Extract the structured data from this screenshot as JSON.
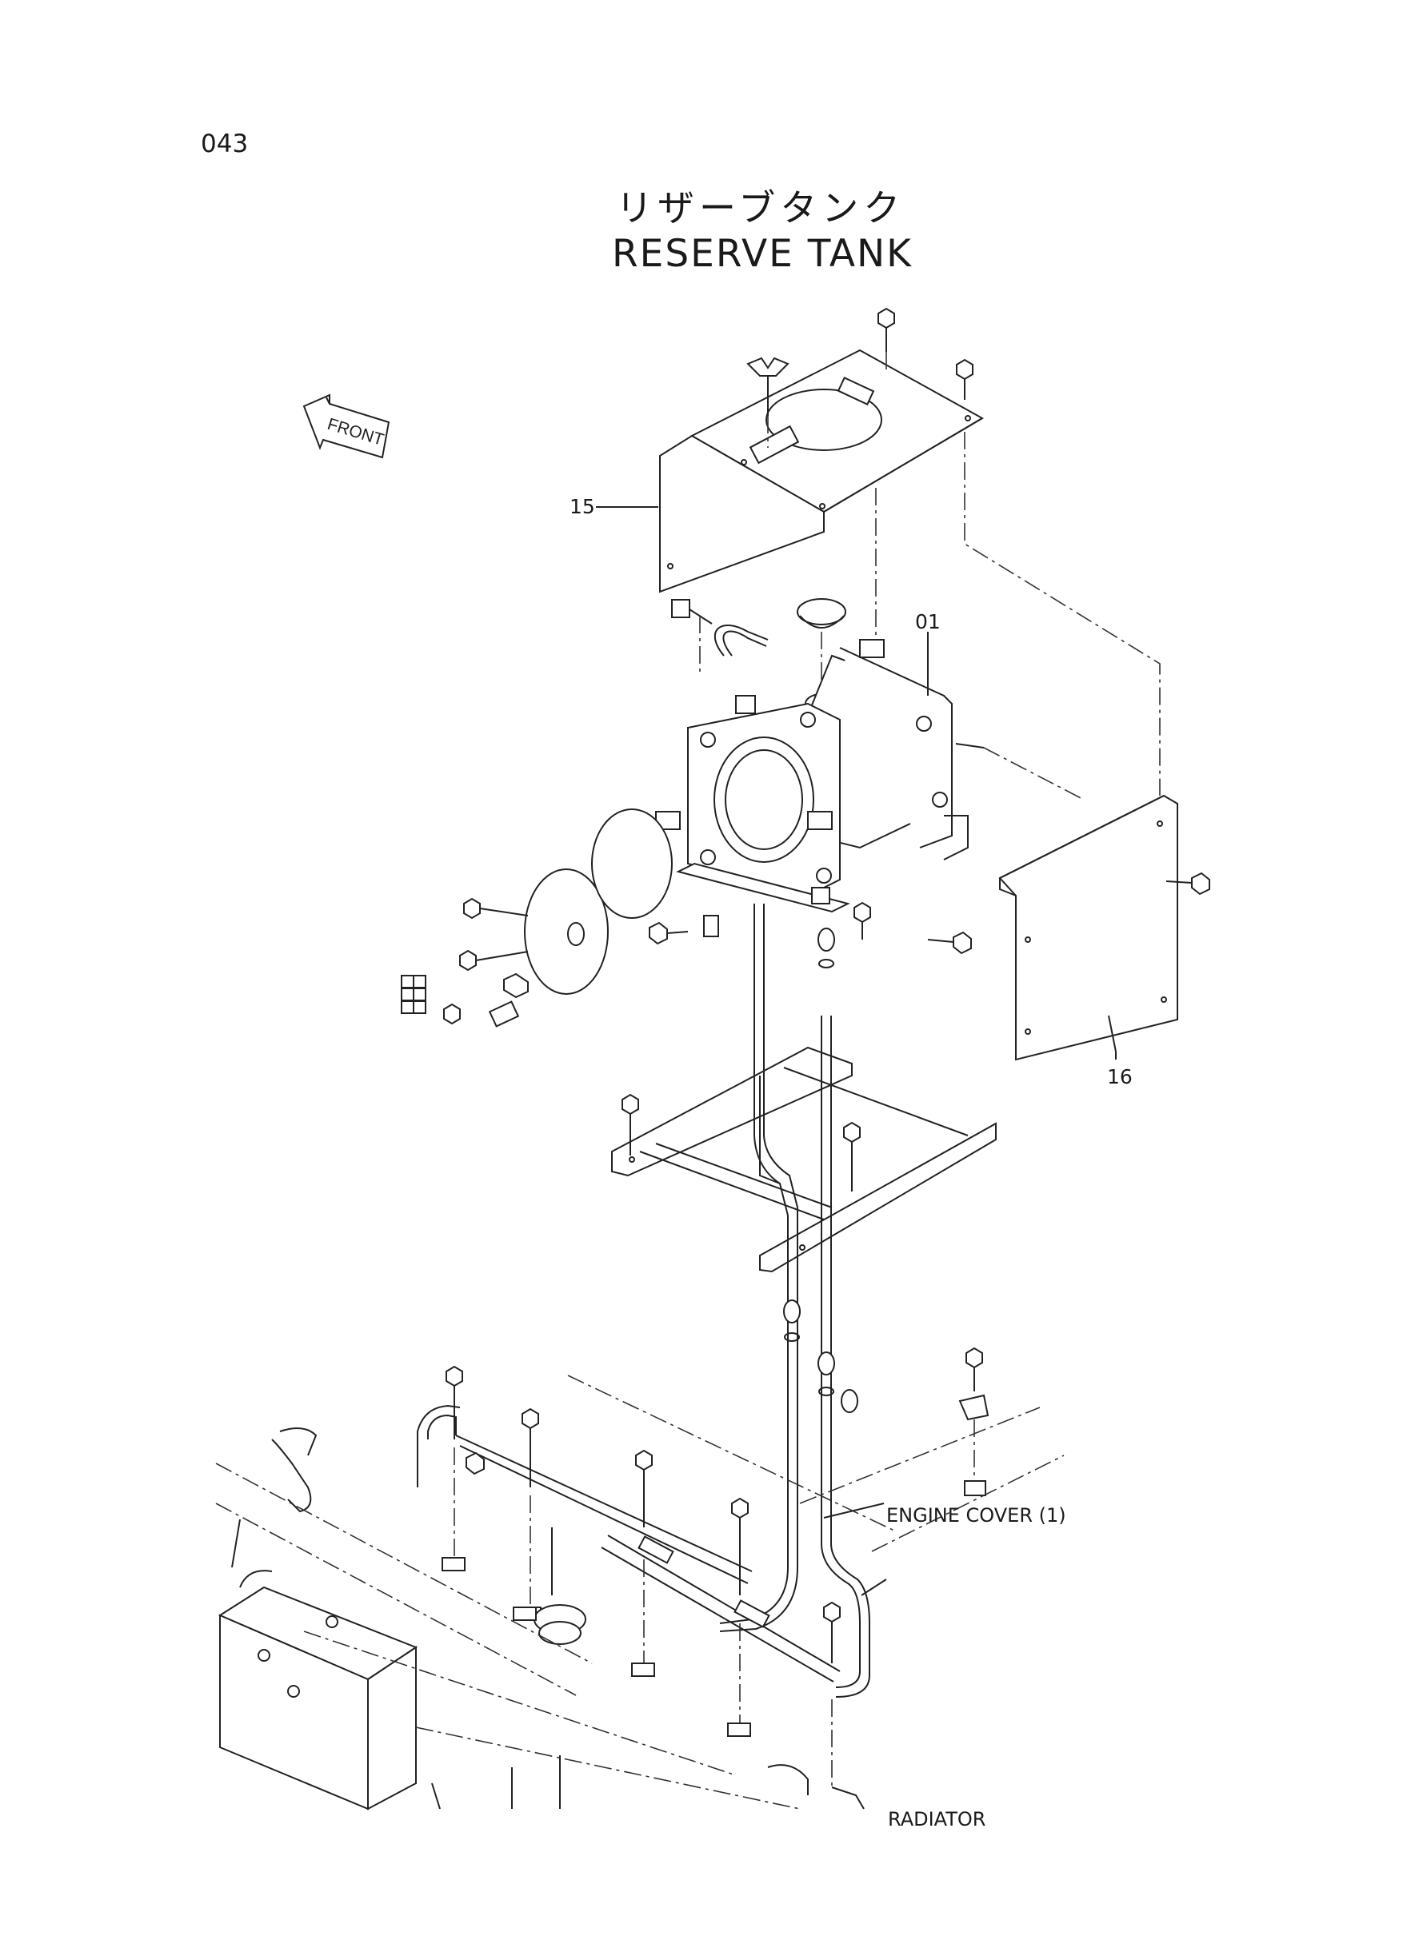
{
  "page": {
    "number": "043"
  },
  "title": {
    "japanese": "リザーブタンク",
    "english": "RESERVE  TANK"
  },
  "front_arrow": {
    "label": "FRONT"
  },
  "callouts": {
    "part_15": "15",
    "part_01": "01",
    "part_16": "16",
    "engine_cover": "ENGINE  COVER (1)",
    "radiator": "RADIATOR"
  },
  "icons": [
    "front-arrow-icon",
    "bolt-icon",
    "wing-bolt-icon",
    "cap-icon"
  ]
}
